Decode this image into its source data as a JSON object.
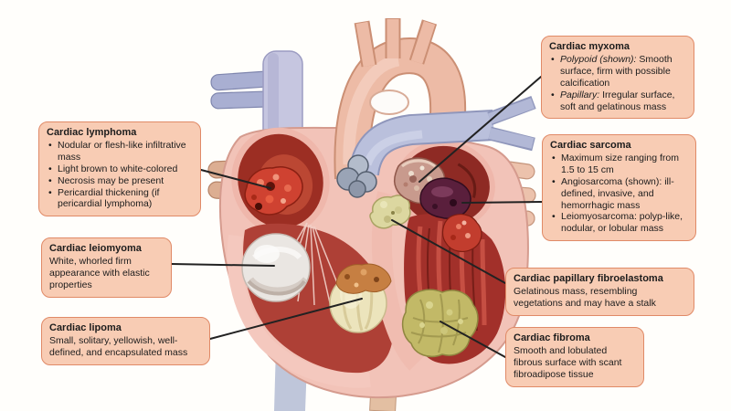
{
  "colors": {
    "callout_fill": "#f8ccb4",
    "callout_border": "#e08a67",
    "leader_line": "#222222",
    "aorta": "#edbba6",
    "pulmonary_artery": "#bac0dc",
    "heart_wall": "#f2c3b8",
    "chamber_red": "#9c2e23"
  },
  "callouts": {
    "lymphoma": {
      "title": "Cardiac lymphoma",
      "bullets": [
        "Nodular or flesh-like infiltrative mass",
        "Light brown to white-colored",
        "Necrosis may be present",
        "Pericardial thickening (if pericardial lymphoma)"
      ]
    },
    "leiomyoma": {
      "title": "Cardiac leiomyoma",
      "body": "White, whorled firm appearance with elastic properties"
    },
    "lipoma": {
      "title": "Cardiac lipoma",
      "body": "Small, solitary, yellowish, well-defined, and encapsulated mass"
    },
    "myxoma": {
      "title": "Cardiac myxoma",
      "bullets": [
        {
          "lead": "Polypoid (shown):",
          "rest": " Smooth surface, firm with possible calcification"
        },
        {
          "lead": "Papillary:",
          "rest": " Irregular surface, soft and gelatinous mass"
        }
      ]
    },
    "sarcoma": {
      "title": "Cardiac sarcoma",
      "bullets": [
        "Maximum size ranging from 1.5 to 15 cm",
        "Angiosarcoma (shown): ill-defined, invasive, and hemorrhagic mass",
        "Leiomyosarcoma: polyp-like, nodular, or lobular mass"
      ]
    },
    "fibroelastoma": {
      "title": "Cardiac papillary fibroelastoma",
      "body": "Gelatinous mass, resembling vegetations and may have a stalk"
    },
    "fibroma": {
      "title": "Cardiac fibroma",
      "body": "Smooth and lobulated fibrous surface with scant fibroadipose tissue"
    }
  }
}
